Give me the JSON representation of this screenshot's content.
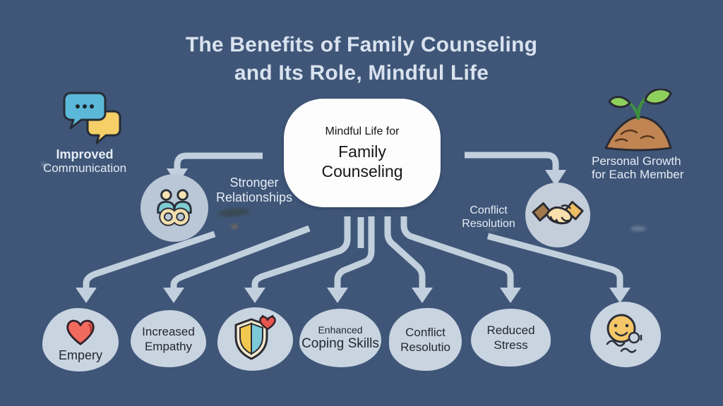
{
  "title": {
    "line1": "The Benefits of Family Counseling",
    "line2": "and Its Role, Mindful Life"
  },
  "center_node": {
    "line1": "Mindful Life for",
    "line2": "Family",
    "line3": "Counseling"
  },
  "top_left_benefit": {
    "icon": "chat-bubbles-icon",
    "line1": "Improved",
    "line2": "Communication"
  },
  "top_right_benefit": {
    "icon": "seedling-icon",
    "line1": "Personal Growth",
    "line2": "for Each Member"
  },
  "mid_left_benefit": {
    "icon": "family-infinity-icon",
    "line1": "Stronger",
    "line2": "Relationships"
  },
  "mid_right_benefit": {
    "icon": "handshake-icon",
    "line1": "Conflict",
    "line2": "Resolution"
  },
  "bottom_benefits": [
    {
      "icon": "heart-icon",
      "line1": "Empery"
    },
    {
      "line1": "Increased",
      "line2": "Empathy"
    },
    {
      "icon": "shield-heart-icon"
    },
    {
      "line1": "Enhanced",
      "line2": "Coping Skills"
    },
    {
      "line1": "Conflict",
      "line2": "Resolutio"
    },
    {
      "line1": "Reduced",
      "line2": "Stress"
    },
    {
      "icon": "calm-face-icon"
    }
  ],
  "colors": {
    "background": "#3f5678",
    "arrow": "#c2d0de",
    "node_blob": "#c9d4e1",
    "circle_left": "#b9c7d7",
    "circle_right": "#c3ceda",
    "center_box": "#fdfdfd",
    "title_text": "#d9e2ee",
    "dark_text": "#23282f",
    "heart_red": "#f26a5e",
    "shield_yellow": "#f2c84e",
    "shield_teal": "#7cc9d8",
    "bubble_blue": "#5cb8d8",
    "bubble_yellow": "#f6cf67",
    "leaf_green": "#8ed05c",
    "soil_brown": "#c08552",
    "face_yellow": "#f5c768"
  }
}
